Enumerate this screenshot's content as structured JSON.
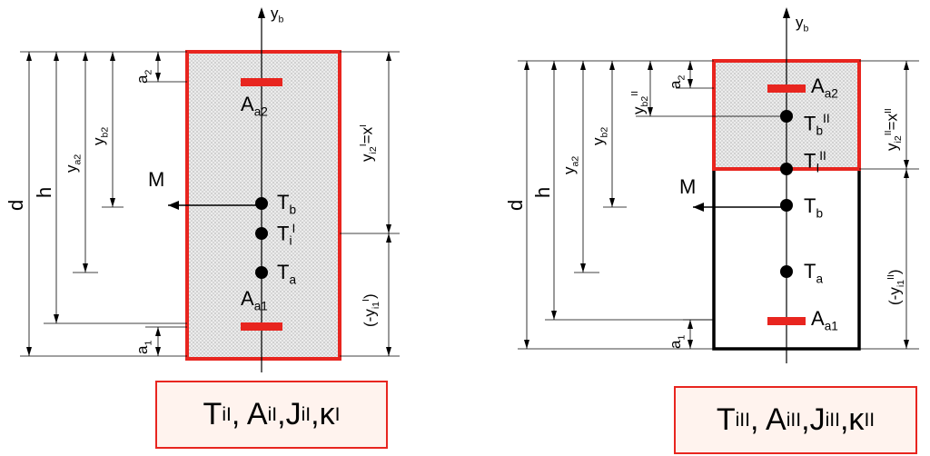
{
  "left": {
    "axis_label": "y",
    "axis_sub": "b",
    "dims": {
      "d": "d",
      "h": "h",
      "ya2": "y",
      "ya2_sub": "a2",
      "yb2": "y",
      "yb2_sub": "b2",
      "a2": "a",
      "a2_sub": "2",
      "a1": "a",
      "a1_sub": "1"
    },
    "moment": "M",
    "points": {
      "Tb": "T",
      "Tb_sub": "b",
      "Ti": "T",
      "Ti_sub": "i",
      "Ti_sup": "I",
      "Ta": "T",
      "Ta_sub": "a"
    },
    "steel": {
      "Aa2": "A",
      "Aa2_sub": "a2",
      "Aa1": "A",
      "Aa1_sub": "a1"
    },
    "right_dims": {
      "yi2": "y",
      "yi2_sub": "i2",
      "yi2_sup": "I",
      "yi2_eq": "=x",
      "yi2_eq_sup": "I",
      "yi1_open": "(-y",
      "yi1_sub": "i1",
      "yi1_sup": "I",
      "yi1_close": ")"
    },
    "formula": {
      "t": "T",
      "t_sub": "i",
      "t_sup": "I",
      "a": ", A",
      "a_sub": "i",
      "a_sup": "I",
      "j": ",J",
      "j_sub": "i",
      "j_sup": "I",
      "k": ",κ",
      "k_sup": "I"
    }
  },
  "right": {
    "axis_label": "y",
    "axis_sub": "b",
    "dims": {
      "d": "d",
      "h": "h",
      "ya2": "y",
      "ya2_sub": "a2",
      "yb2": "y",
      "yb2_sub": "b2",
      "yb2II": "y",
      "yb2II_sub": "b2",
      "yb2II_sup": "II",
      "a2": "a",
      "a2_sub": "2",
      "a1": "a",
      "a1_sub": "1"
    },
    "moment": "M",
    "points": {
      "TbII": "T",
      "TbII_sub": "b",
      "TbII_sup": "II",
      "TiII": "T",
      "TiII_sub": "I",
      "TiII_sup": "II",
      "Tb": "T",
      "Tb_sub": "b",
      "Ta": "T",
      "Ta_sub": "a"
    },
    "steel": {
      "Aa2": "A",
      "Aa2_sub": "a2",
      "Aa1": "A",
      "Aa1_sub": "a1"
    },
    "right_dims": {
      "yi2": "y",
      "yi2_sub": "i2",
      "yi2_sup": "II",
      "yi2_eq": "=x",
      "yi2_eq_sup": "II",
      "yi1_open": "(-y",
      "yi1_sub": "i1",
      "yi1_sup": "II",
      "yi1_close": ")"
    },
    "formula": {
      "t": "T",
      "t_sub": "i",
      "t_sup": "II",
      "a": ", A",
      "a_sub": "i",
      "a_sup": "II",
      "j": ",J",
      "j_sub": "i",
      "j_sup": "II",
      "k": ",κ",
      "k_sup": "II"
    }
  },
  "colors": {
    "red": "#e8251f",
    "black": "#000000",
    "hatch_bg": "#e6e6e6"
  }
}
